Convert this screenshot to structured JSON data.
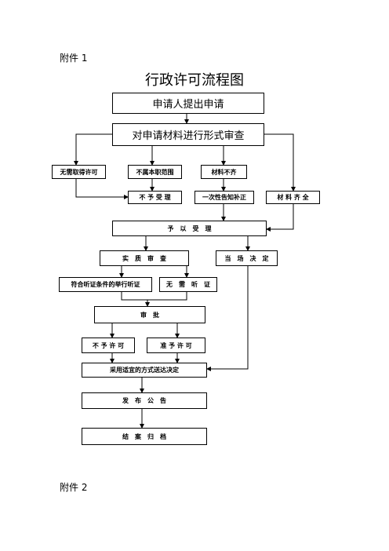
{
  "annex_1": "附件 1",
  "annex_2": "附件 2",
  "title": "行政许可流程图",
  "boxes": {
    "apply": "申请人提出申请",
    "formal_review": "对申请材料进行形式审查",
    "no_permit_needed": "无需取得许可",
    "outside_scope": "不属本职范围",
    "incomplete": "材料不齐",
    "reject": "不 予 受 理",
    "one_time_notice": "一次性告知补正",
    "complete": "材 料 齐 全",
    "accept": "予　以　受　理",
    "substantive_review": "实　质　审　查",
    "on_site_decision": "当　场　决　定",
    "hearing": "符合听证条件的举行听证",
    "no_hearing": "无　需　听　证",
    "approve_stage": "审　批",
    "deny_permit": "不 予 许 可",
    "grant_permit": "准 予 许 可",
    "deliver_decision": "采用适宜的方式送达决定",
    "publish": "发　布　公　告",
    "archive": "结　案　归　档"
  }
}
